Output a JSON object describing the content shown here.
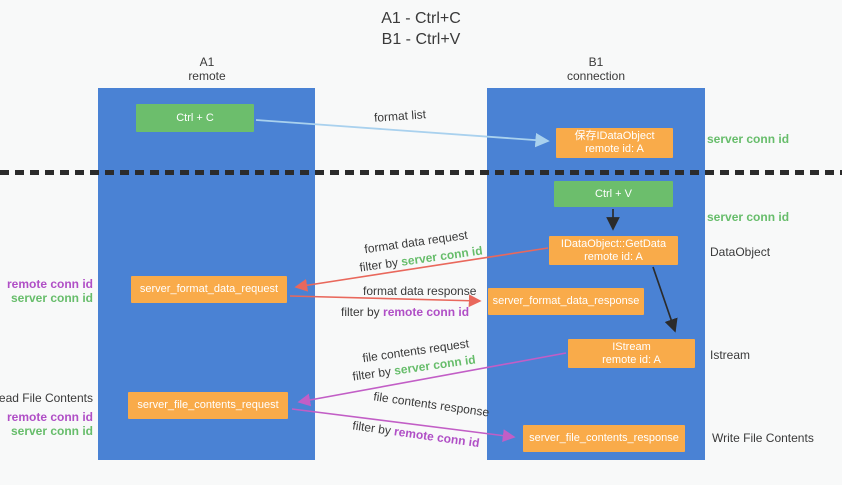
{
  "title": {
    "line1": "A1 - Ctrl+C",
    "line2": "B1 - Ctrl+V"
  },
  "columns": {
    "a": {
      "name": "A1",
      "subtitle": "remote"
    },
    "b": {
      "name": "B1",
      "subtitle": "connection"
    }
  },
  "boxes": {
    "ctrl_c": {
      "label": "Ctrl + C"
    },
    "ctrl_v": {
      "label": "Ctrl + V"
    },
    "save_idataobject": {
      "line1": "保存IDataObject",
      "line2": "remote id: A"
    },
    "getdata": {
      "line1": "IDataObject::GetData",
      "line2": "remote id: A"
    },
    "istream": {
      "line1": "IStream",
      "line2": "remote id: A"
    },
    "format_request": {
      "label": "server_format_data_request"
    },
    "format_response": {
      "label": "server_format_data_response"
    },
    "file_request": {
      "label": "server_file_contents_request"
    },
    "file_response": {
      "label": "server_file_contents_response"
    }
  },
  "arrow_labels": {
    "format_list": "format list",
    "format_data_request": "format data request",
    "format_data_response": "format data response",
    "file_contents_request": "file contents request",
    "file_contents_response": "file contents response",
    "filter_by": "filter by",
    "server_conn_id": "server conn id",
    "remote_conn_id": "remote conn id"
  },
  "side_labels": {
    "server_conn_id": "server conn id",
    "remote_conn_id": "remote conn id",
    "dataobject": "DataObject",
    "istream": "Istream",
    "read_file_contents": "Read File Contents",
    "write_file_contents": "Write File Contents"
  },
  "colors": {
    "bg": "#f8f9f9",
    "column_blue": "#4a82d4",
    "box_green": "#6cbe6c",
    "box_orange": "#f9ab4a",
    "text_green": "#67bd6b",
    "text_purple": "#b04fc6",
    "arrow_lightblue": "#a9d1ee",
    "arrow_red": "#e9685c",
    "arrow_magenta": "#c25ec6",
    "arrow_black": "#2b2b2b",
    "text_dark": "#3a3a3a"
  }
}
